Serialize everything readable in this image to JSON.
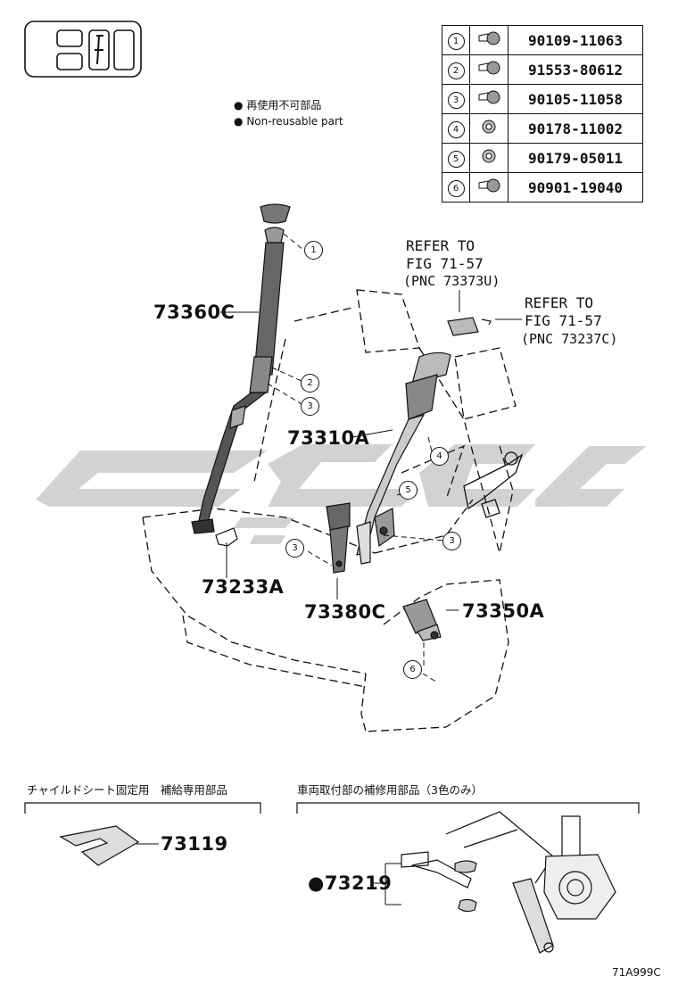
{
  "legend": {
    "jp": "再使用不可部品",
    "en": "Non-reusable part"
  },
  "fastener_table": [
    {
      "num": "1",
      "icon": "bolt-icon",
      "code": "90109-11063"
    },
    {
      "num": "2",
      "icon": "bolt-icon",
      "code": "91553-80612"
    },
    {
      "num": "3",
      "icon": "bolt-icon",
      "code": "90105-11058"
    },
    {
      "num": "4",
      "icon": "nut-icon",
      "code": "90178-11002"
    },
    {
      "num": "5",
      "icon": "nut-icon",
      "code": "90179-05011"
    },
    {
      "num": "6",
      "icon": "bolt-icon",
      "code": "90901-19040"
    }
  ],
  "callouts": [
    "1",
    "2",
    "3",
    "4",
    "5",
    "3",
    "3",
    "6"
  ],
  "parts": {
    "p73360c": "73360C",
    "p73310a": "73310A",
    "p73233a": "73233A",
    "p73380c": "73380C",
    "p73350a": "73350A",
    "p73119": "73119",
    "p73219": "●73219"
  },
  "refer1": {
    "line1": "REFER TO",
    "line2": "FIG 71-57",
    "line3": "(PNC 73373U)"
  },
  "refer2": {
    "line1": "REFER TO",
    "line2": "FIG 71-57",
    "line3": "(PNC 73237C)"
  },
  "sections": {
    "child_seat": "チャイルドシート固定用　補給専用部品",
    "vehicle_mount": "車両取付部の補修用部品（3色のみ）"
  },
  "figure_id": "71A999C",
  "colors": {
    "line": "#111111",
    "watermark": "#c8c8c8"
  }
}
